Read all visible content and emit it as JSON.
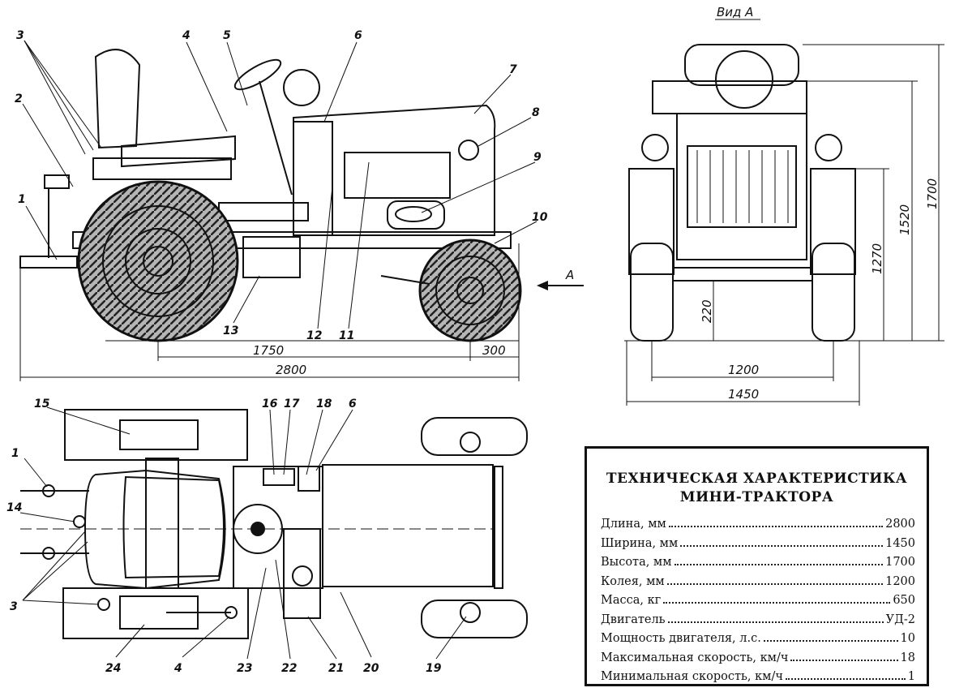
{
  "view_label": "Вид А",
  "arrow_label": "А",
  "callouts_side": [
    "1",
    "2",
    "3",
    "4",
    "5",
    "6",
    "7",
    "8",
    "9",
    "10",
    "11",
    "12",
    "13"
  ],
  "callouts_top": [
    "1",
    "3",
    "4",
    "6",
    "14",
    "15",
    "16",
    "17",
    "18",
    "19",
    "20",
    "21",
    "22",
    "23",
    "24"
  ],
  "dims_side": {
    "wheelbase": "1750",
    "length": "2800",
    "overhang": "300"
  },
  "dims_front": {
    "track": "1200",
    "width": "1450",
    "clearance": "220",
    "h1": "1270",
    "h2": "1520",
    "height": "1700"
  },
  "spec": {
    "title_line1": "ТЕХНИЧЕСКАЯ ХАРАКТЕРИСТИКА",
    "title_line2": "МИНИ-ТРАКТОРА",
    "rows": [
      {
        "label": "Длина, мм",
        "value": "2800"
      },
      {
        "label": "Ширина, мм",
        "value": "1450"
      },
      {
        "label": "Высота, мм",
        "value": "1700"
      },
      {
        "label": "Колея, мм",
        "value": "1200"
      },
      {
        "label": "Масса, кг",
        "value": "650"
      },
      {
        "label": "Двигатель",
        "value": "УД-2"
      },
      {
        "label": "Мощность двигателя, л.с.",
        "value": "10"
      },
      {
        "label": "Максимальная скорость, км/ч",
        "value": "18"
      },
      {
        "label": "Минимальная скорость, км/ч",
        "value": "1"
      }
    ]
  }
}
